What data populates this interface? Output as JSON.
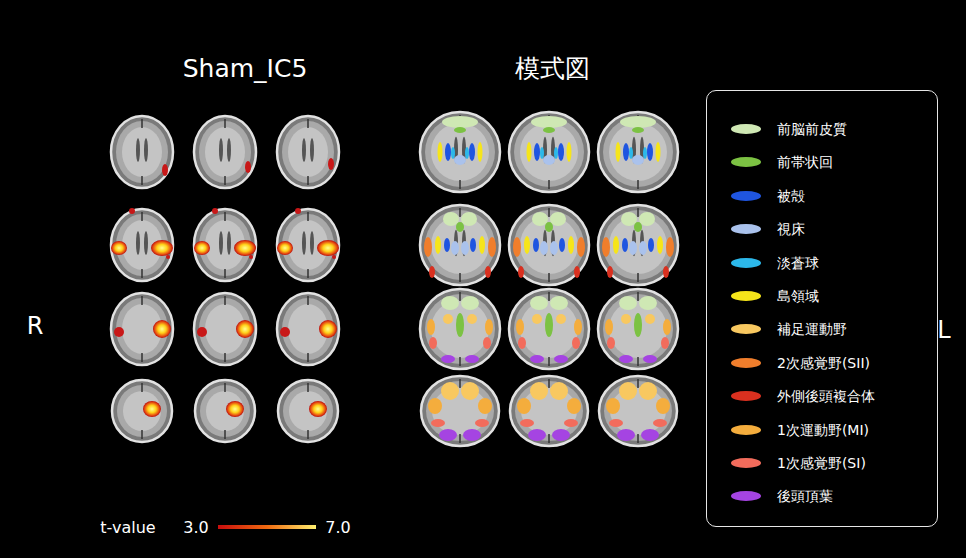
{
  "diagram": {
    "labels": [
      "Sham_IC5",
      "模式図",
      "R",
      "L",
      "t-value",
      "3.0",
      "7.0"
    ],
    "legend": [
      {
        "text": "前脳前皮質",
        "color": "#cfe8b4"
      },
      {
        "text": "前帯状回",
        "color": "#7cc243"
      },
      {
        "text": "被殻",
        "color": "#1f55e0"
      },
      {
        "text": "視床",
        "color": "#aac2ec"
      },
      {
        "text": "淡蒼球",
        "color": "#2cb8ea"
      },
      {
        "text": "島領域",
        "color": "#f6e51a"
      },
      {
        "text": "補足運動野",
        "color": "#f8c860"
      },
      {
        "text": "2次感覚野(SII)",
        "color": "#f07e2c"
      },
      {
        "text": "外側後頭複合体",
        "color": "#d9301f"
      },
      {
        "text": "1次運動野(MI)",
        "color": "#f4ad3d"
      },
      {
        "text": "1次感覚野(SI)",
        "color": "#f26c5c"
      },
      {
        "text": "後頭頂葉",
        "color": "#a544e2"
      }
    ]
  }
}
